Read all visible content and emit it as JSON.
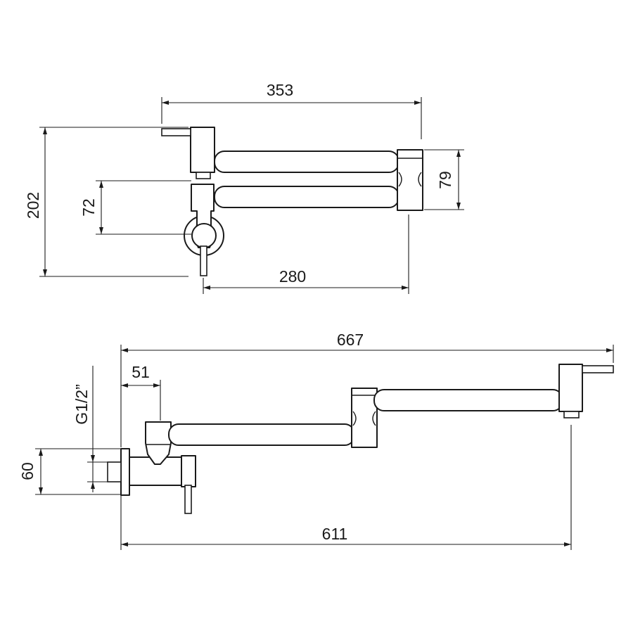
{
  "top_view": {
    "dim_overall_width": "353",
    "dim_overall_height": "202",
    "dim_wall_offset": "72",
    "dim_spout_height": "79",
    "dim_arm_length": "280"
  },
  "side_view": {
    "dim_max_reach": "667",
    "dim_valve_offset": "51",
    "dim_thread": "G1/2”",
    "dim_flange": "60",
    "dim_spout_reach": "611"
  },
  "colors": {
    "line": "#1a1a1a",
    "background": "#ffffff"
  }
}
